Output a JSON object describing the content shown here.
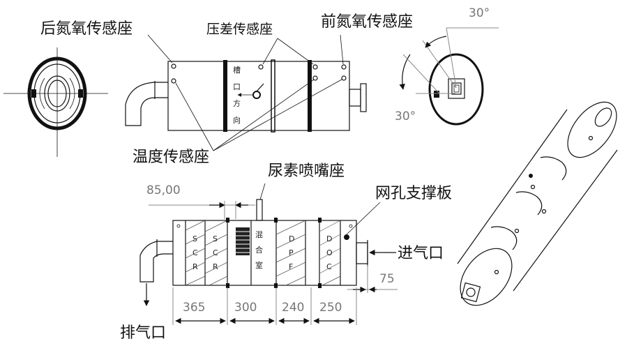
{
  "labels": {
    "rear_nox_sensor_seat": "后氮氧传感座",
    "pressure_diff_sensor_seat": "压差传感座",
    "front_nox_sensor_seat": "前氮氧传感座",
    "temperature_sensor_seat": "温度传感座",
    "urea_nozzle_seat": "尿素喷嘴座",
    "mesh_support_plate": "网孔支撑板",
    "air_inlet": "进气口",
    "exhaust_outlet": "排气口",
    "slot_direction": [
      "槽",
      "口",
      "方",
      "向"
    ],
    "mixing_chamber": [
      "混",
      "合",
      "室"
    ],
    "scr1_letters": [
      "S",
      "C",
      "R"
    ],
    "scr2_letters": [
      "S",
      "C",
      "R"
    ],
    "dpf_letters": [
      "D",
      "P",
      "F"
    ],
    "doc_letters": [
      "D",
      "O",
      "C"
    ]
  },
  "dimensions": {
    "angle_top": "30°",
    "angle_left": "30°",
    "spacing": "85,00",
    "inlet_pipe": "75",
    "scr_section": "365",
    "mixer_section": "300",
    "dpf_section": "240",
    "doc_section": "250"
  },
  "colors": {
    "line": "#111111",
    "dimension_text": "#777777"
  }
}
